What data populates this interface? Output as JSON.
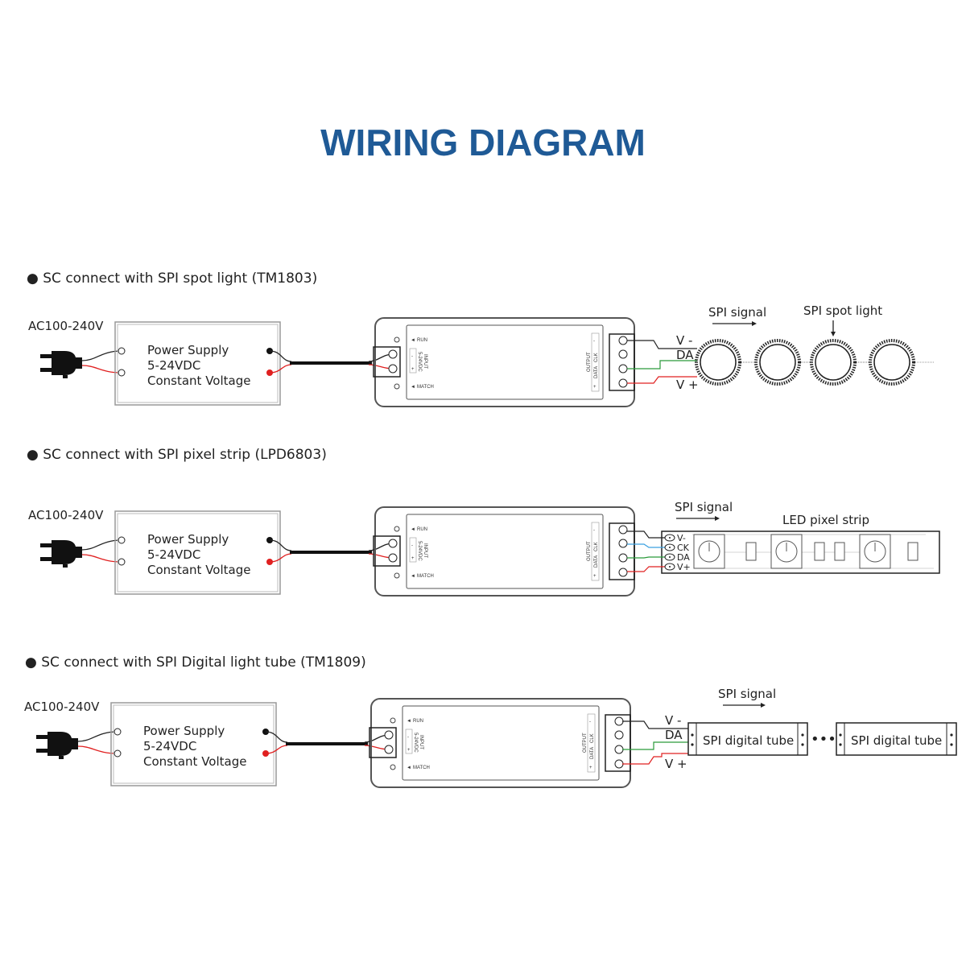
{
  "title": "WIRING DIAGRAM",
  "colors": {
    "title": "#1f5a96",
    "wire_black": "#222222",
    "wire_red": "#e02020",
    "wire_green": "#2a9a3a",
    "wire_blue": "#3aa0e0"
  },
  "common": {
    "ac_label": "AC100-240V",
    "psu": {
      "line1": "Power Supply",
      "line2": "5-24VDC",
      "line3": "Constant Voltage"
    },
    "controller": {
      "run": "RUN",
      "match": "MATCH",
      "input": "INPUT",
      "input_voltage": "5-24VDC",
      "output": "OUTPUT",
      "data": "DATA",
      "clk": "CLK",
      "minus": "-",
      "plus": "+"
    }
  },
  "sections": [
    {
      "header": "SC connect with SPI spot light (TM1803)",
      "signal": "SPI signal",
      "device": "SPI spot light",
      "pins": [
        "V -",
        "DA",
        "V +"
      ]
    },
    {
      "header": "SC connect with SPI pixel strip (LPD6803)",
      "signal": "SPI signal",
      "device": "LED pixel strip",
      "pins": [
        "V-",
        "CK",
        "DA",
        "V+"
      ]
    },
    {
      "header": "SC connect with SPI Digital light tube (TM1809)",
      "signal": "SPI signal",
      "device": "SPI digital tube",
      "device2": "SPI digital tube",
      "pins": [
        "V -",
        "DA",
        "V +"
      ]
    }
  ]
}
